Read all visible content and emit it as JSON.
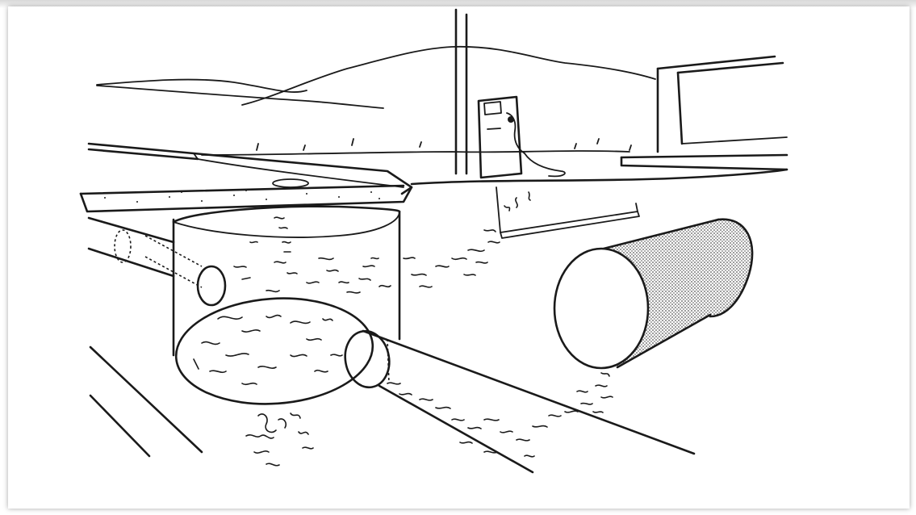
{
  "figure": {
    "elements": [
      "hills",
      "utility-pole",
      "fuel-dispenser",
      "building",
      "pavement",
      "manhole-vault",
      "pipe",
      "storage-tank",
      "contaminant-plume"
    ]
  }
}
